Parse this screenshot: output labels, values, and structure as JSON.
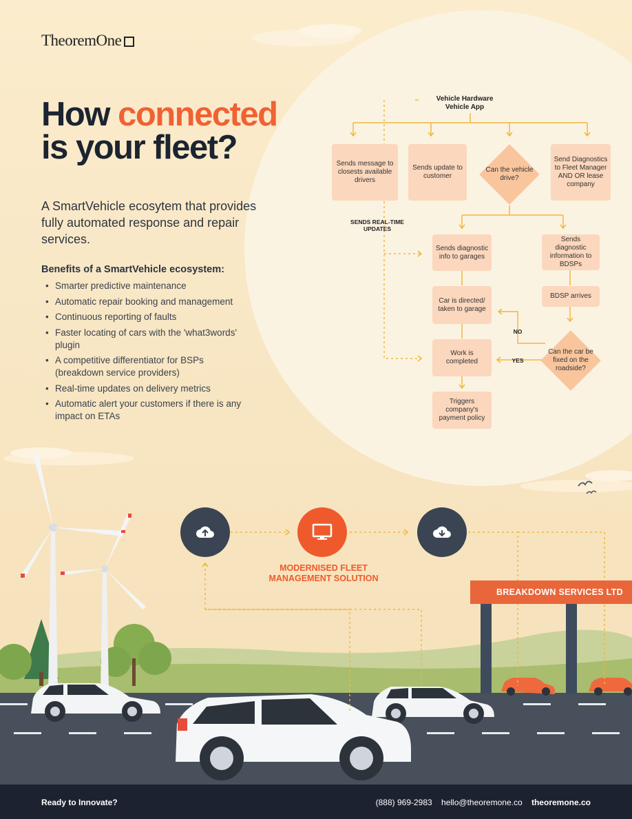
{
  "brand": {
    "name": "TheoremOne"
  },
  "headline": {
    "line1a": "How",
    "line1b": "connected",
    "line2": "is your fleet?"
  },
  "intro": "A SmartVehicle ecosytem that provides fully automated response and repair services.",
  "benefits": {
    "title": "Benefits of a SmartVehicle ecosystem:",
    "items": [
      "Smarter predictive maintenance",
      "Automatic repair booking and management",
      "Continuous reporting of faults",
      "Faster locating of cars with the 'what3words' plugin",
      "A competitive differentiator for BSPs (breakdown service providers)",
      "Real-time updates on delivery metrics",
      "Automatic alert your customers if there is any impact on ETAs"
    ]
  },
  "flowchart": {
    "root_line1": "Vehicle Hardware",
    "root_line2": "Vehicle App",
    "sends_message": "Sends message to closests available drivers",
    "sends_update": "Sends update to customer",
    "can_drive": "Can the vehicle drive?",
    "send_diagnostics": "Send Diagnostics to Fleet Manager AND OR lease company",
    "realtime_label": "SENDS REAL-TIME UPDATES",
    "diag_garages": "Sends diagnostic info to garages",
    "diag_bdsps": "Sends diagnostic information to BDSPs",
    "car_directed": "Car is directed/ taken to garage",
    "bdsp_arrives": "BDSP arrives",
    "no_label": "NO",
    "yes_label": "YES",
    "work_completed": "Work is completed",
    "can_fix": "Can the car be fixed on the roadside?",
    "triggers": "Triggers company's payment policy"
  },
  "solution": {
    "label_line1": "MODERNISED FLEET",
    "label_line2": "MANAGEMENT SOLUTION",
    "upload_icon": "cloud-upload-icon",
    "monitor_icon": "monitor-icon",
    "download_icon": "cloud-download-icon"
  },
  "sign": "BREAKDOWN SERVICES LTD",
  "footer": {
    "cta": "Ready to Innovate?",
    "phone": "(888) 969-2983",
    "email": "hello@theoremone.co",
    "site": "theoremone.co"
  },
  "colors": {
    "accent": "#f06133",
    "box": "#fbd7bd",
    "diamond": "#f9c59d",
    "dark": "#1d2230"
  }
}
